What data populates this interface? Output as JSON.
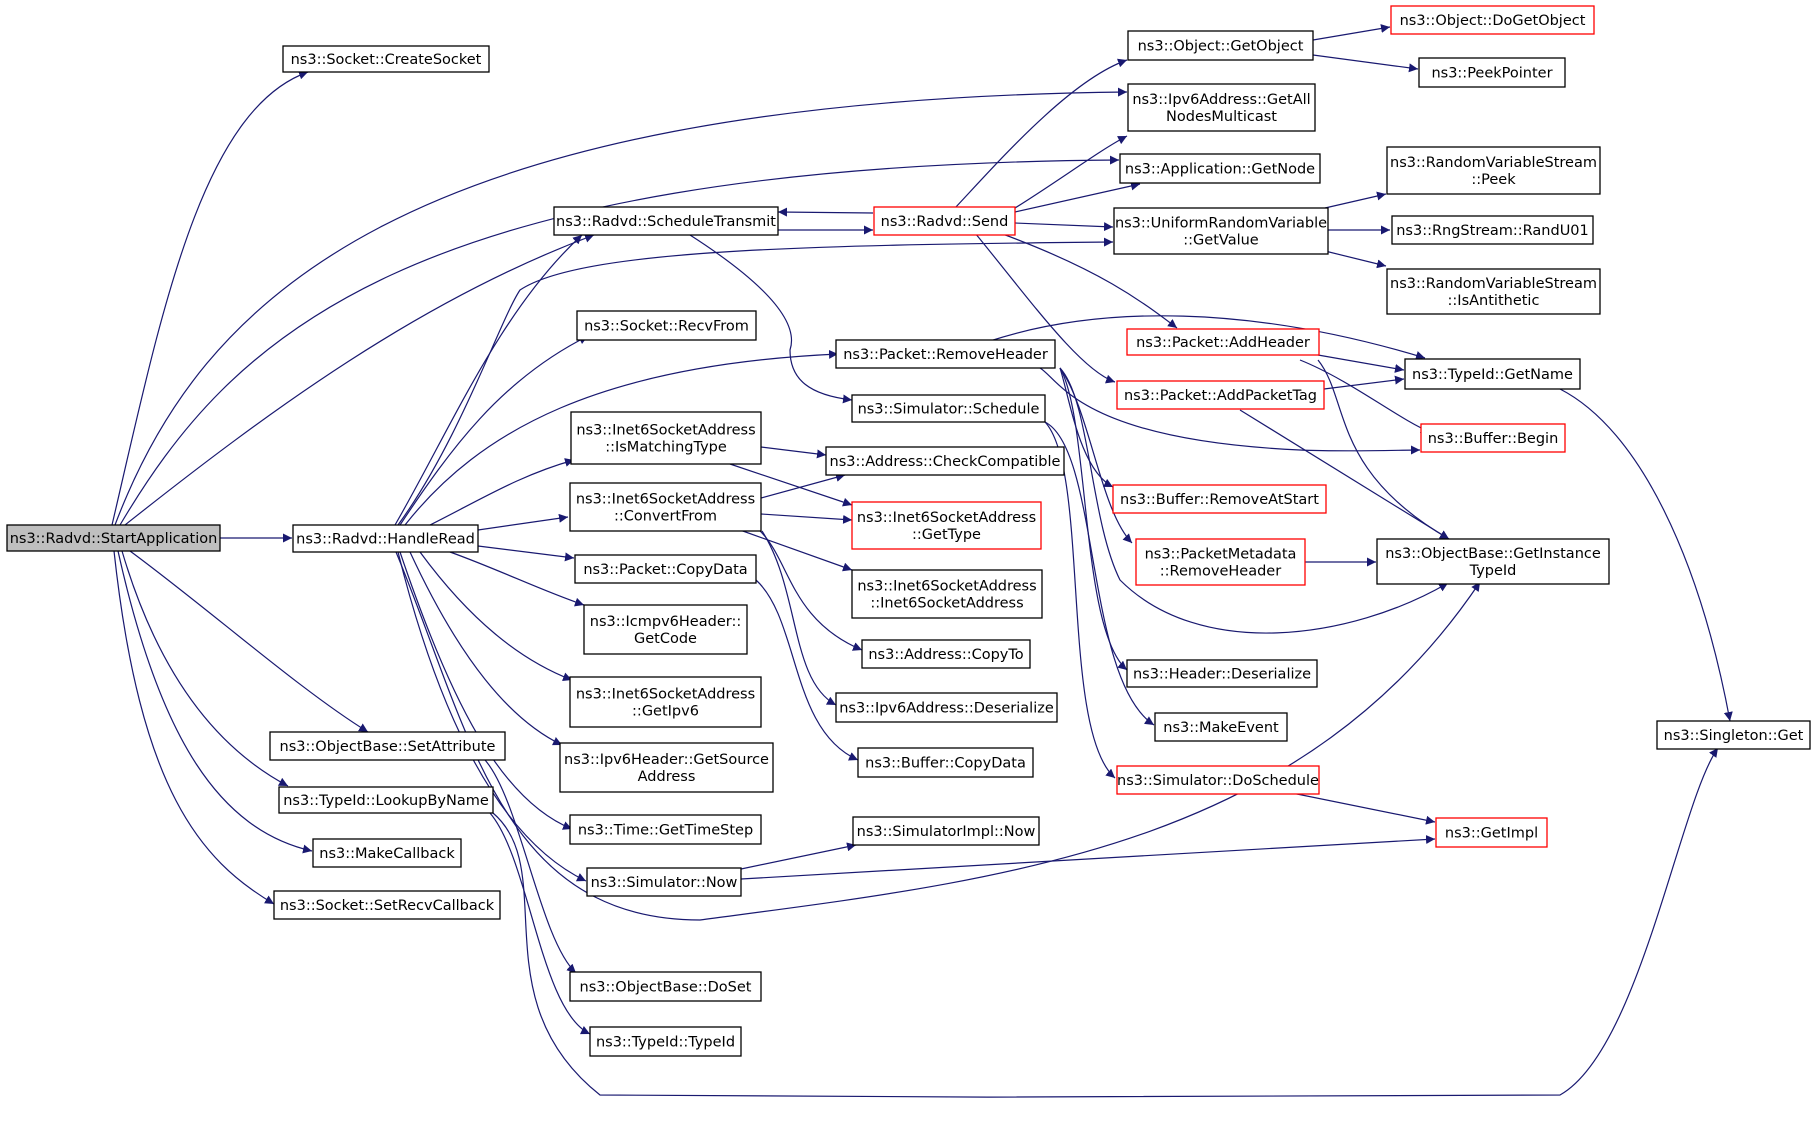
{
  "graph": {
    "edge_color": "#191970",
    "border_default": "#000000",
    "border_truncated": "#ff0000",
    "root_fill": "#bfbfbf",
    "nodes": {
      "start_application": {
        "lines": [
          "ns3::Radvd::StartApplication"
        ],
        "kind": "root"
      },
      "create_socket": {
        "lines": [
          "ns3::Socket::CreateSocket"
        ],
        "kind": "normal"
      },
      "handle_read": {
        "lines": [
          "ns3::Radvd::HandleRead"
        ],
        "kind": "normal"
      },
      "set_attribute": {
        "lines": [
          "ns3::ObjectBase::SetAttribute"
        ],
        "kind": "normal"
      },
      "lookup_by_name": {
        "lines": [
          "ns3::TypeId::LookupByName"
        ],
        "kind": "normal"
      },
      "make_callback": {
        "lines": [
          "ns3::MakeCallback"
        ],
        "kind": "normal"
      },
      "set_recv_callback": {
        "lines": [
          "ns3::Socket::SetRecvCallback"
        ],
        "kind": "normal"
      },
      "schedule_transmit": {
        "lines": [
          "ns3::Radvd::ScheduleTransmit"
        ],
        "kind": "normal"
      },
      "recv_from": {
        "lines": [
          "ns3::Socket::RecvFrom"
        ],
        "kind": "normal"
      },
      "is_matching_type": {
        "lines": [
          "ns3::Inet6SocketAddress",
          "::IsMatchingType"
        ],
        "kind": "normal"
      },
      "convert_from": {
        "lines": [
          "ns3::Inet6SocketAddress",
          "::ConvertFrom"
        ],
        "kind": "normal"
      },
      "packet_copy_data": {
        "lines": [
          "ns3::Packet::CopyData"
        ],
        "kind": "normal"
      },
      "icmpv6_get_code": {
        "lines": [
          "ns3::Icmpv6Header::",
          "GetCode"
        ],
        "kind": "normal"
      },
      "get_ipv6": {
        "lines": [
          "ns3::Inet6SocketAddress",
          "::GetIpv6"
        ],
        "kind": "normal"
      },
      "ipv6_get_source": {
        "lines": [
          "ns3::Ipv6Header::GetSource",
          "Address"
        ],
        "kind": "normal"
      },
      "get_time_step": {
        "lines": [
          "ns3::Time::GetTimeStep"
        ],
        "kind": "normal"
      },
      "simulator_now": {
        "lines": [
          "ns3::Simulator::Now"
        ],
        "kind": "normal"
      },
      "do_set": {
        "lines": [
          "ns3::ObjectBase::DoSet"
        ],
        "kind": "normal"
      },
      "typeid_typeid": {
        "lines": [
          "ns3::TypeId::TypeId"
        ],
        "kind": "normal"
      },
      "radvd_send": {
        "lines": [
          "ns3::Radvd::Send"
        ],
        "kind": "truncated"
      },
      "remove_header": {
        "lines": [
          "ns3::Packet::RemoveHeader"
        ],
        "kind": "normal"
      },
      "simulator_schedule": {
        "lines": [
          "ns3::Simulator::Schedule"
        ],
        "kind": "normal"
      },
      "check_compatible": {
        "lines": [
          "ns3::Address::CheckCompatible"
        ],
        "kind": "normal"
      },
      "inet6_get_type": {
        "lines": [
          "ns3::Inet6SocketAddress",
          "::GetType"
        ],
        "kind": "truncated"
      },
      "inet6_ctor": {
        "lines": [
          "ns3::Inet6SocketAddress",
          "::Inet6SocketAddress"
        ],
        "kind": "normal"
      },
      "address_copy_to": {
        "lines": [
          "ns3::Address::CopyTo"
        ],
        "kind": "normal"
      },
      "ipv6_deserialize": {
        "lines": [
          "ns3::Ipv6Address::Deserialize"
        ],
        "kind": "normal"
      },
      "buffer_copy_data": {
        "lines": [
          "ns3::Buffer::CopyData"
        ],
        "kind": "normal"
      },
      "simulatorimpl_now": {
        "lines": [
          "ns3::SimulatorImpl::Now"
        ],
        "kind": "normal"
      },
      "object_get_object": {
        "lines": [
          "ns3::Object::GetObject"
        ],
        "kind": "normal"
      },
      "get_all_nodes_multicast": {
        "lines": [
          "ns3::Ipv6Address::GetAll",
          "NodesMulticast"
        ],
        "kind": "normal"
      },
      "app_get_node": {
        "lines": [
          "ns3::Application::GetNode"
        ],
        "kind": "normal"
      },
      "uniform_get_value": {
        "lines": [
          "ns3::UniformRandomVariable",
          "::GetValue"
        ],
        "kind": "normal"
      },
      "packet_add_header": {
        "lines": [
          "ns3::Packet::AddHeader"
        ],
        "kind": "truncated"
      },
      "add_packet_tag": {
        "lines": [
          "ns3::Packet::AddPacketTag"
        ],
        "kind": "truncated"
      },
      "buffer_remove_at_start": {
        "lines": [
          "ns3::Buffer::RemoveAtStart"
        ],
        "kind": "truncated"
      },
      "packet_metadata_remove_header": {
        "lines": [
          "ns3::PacketMetadata",
          "::RemoveHeader"
        ],
        "kind": "truncated"
      },
      "header_deserialize": {
        "lines": [
          "ns3::Header::Deserialize"
        ],
        "kind": "normal"
      },
      "make_event": {
        "lines": [
          "ns3::MakeEvent"
        ],
        "kind": "normal"
      },
      "simulator_do_schedule": {
        "lines": [
          "ns3::Simulator::DoSchedule"
        ],
        "kind": "truncated"
      },
      "object_do_get_object": {
        "lines": [
          "ns3::Object::DoGetObject"
        ],
        "kind": "truncated"
      },
      "peek_pointer": {
        "lines": [
          "ns3::PeekPointer"
        ],
        "kind": "normal"
      },
      "rvs_peek": {
        "lines": [
          "ns3::RandomVariableStream",
          "::Peek"
        ],
        "kind": "normal"
      },
      "rngstream_randu01": {
        "lines": [
          "ns3::RngStream::RandU01"
        ],
        "kind": "normal"
      },
      "rvs_is_antithetic": {
        "lines": [
          "ns3::RandomVariableStream",
          "::IsAntithetic"
        ],
        "kind": "normal"
      },
      "typeid_get_name": {
        "lines": [
          "ns3::TypeId::GetName"
        ],
        "kind": "normal"
      },
      "buffer_begin": {
        "lines": [
          "ns3::Buffer::Begin"
        ],
        "kind": "truncated"
      },
      "get_instance_typeid": {
        "lines": [
          "ns3::ObjectBase::GetInstance",
          "TypeId"
        ],
        "kind": "normal"
      },
      "get_impl": {
        "lines": [
          "ns3::GetImpl"
        ],
        "kind": "truncated"
      },
      "singleton_get": {
        "lines": [
          "ns3::Singleton::Get"
        ],
        "kind": "normal"
      }
    }
  }
}
